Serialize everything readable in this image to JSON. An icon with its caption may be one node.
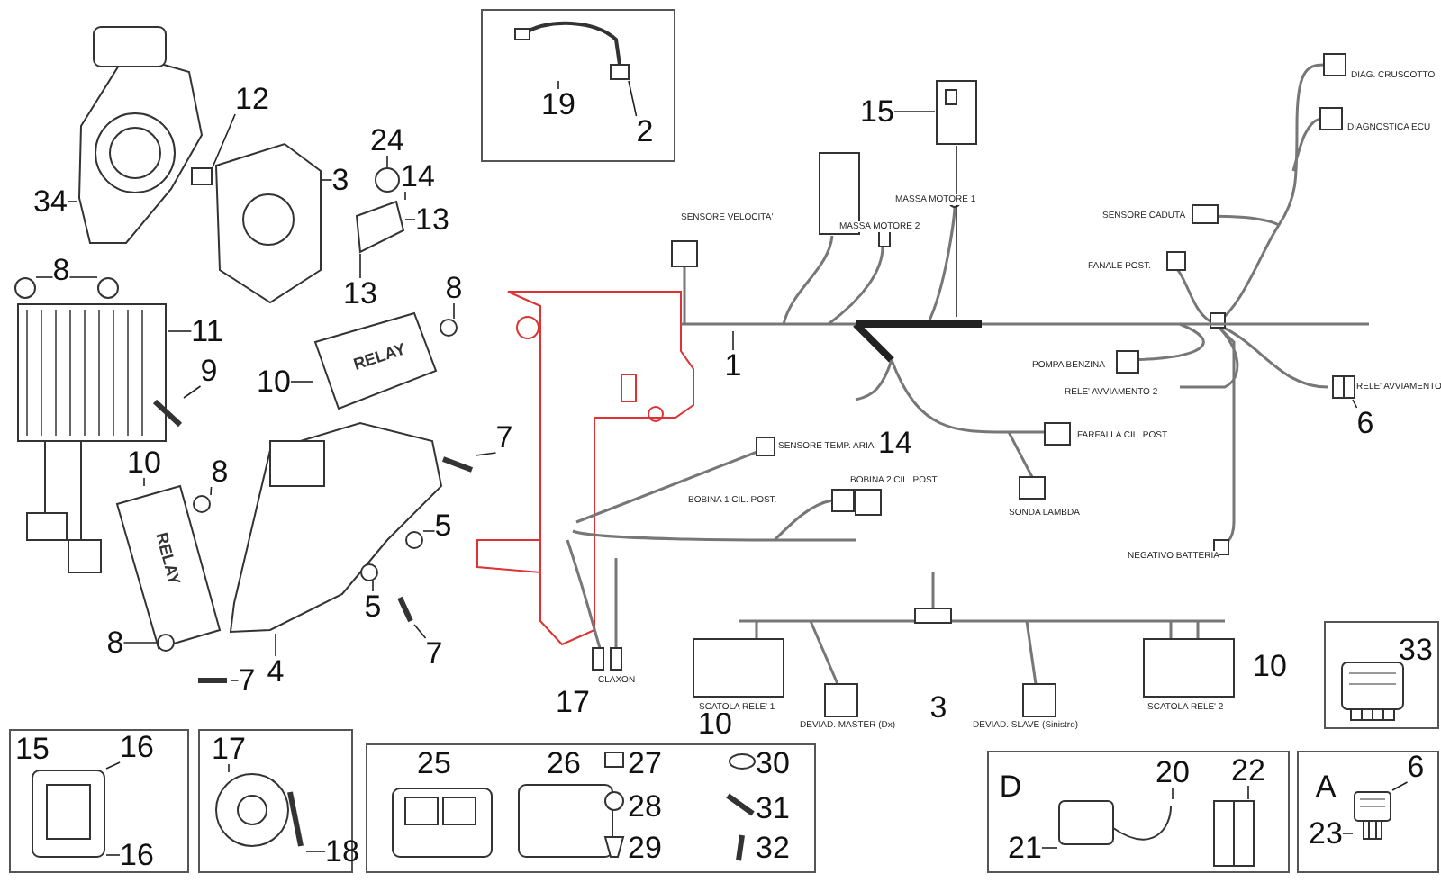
{
  "diagram": {
    "nodes": [
      {
        "text": [],
        "shape": "box"
      },
      {
        "text": [
          "19"
        ],
        "in": 0
      },
      {
        "text": [
          "2"
        ],
        "in": 0
      },
      {
        "text": [
          "34"
        ]
      },
      {
        "text": [
          "12"
        ]
      },
      {
        "text": [
          "3"
        ]
      },
      {
        "text": [
          "24"
        ]
      },
      {
        "text": [
          "14"
        ]
      },
      {
        "text": [
          "13"
        ]
      },
      {
        "text": [
          "13"
        ]
      },
      {
        "text": [
          "15"
        ]
      },
      {
        "text": [
          "8"
        ]
      },
      {
        "text": [
          "11"
        ]
      },
      {
        "text": [
          "8"
        ]
      },
      {
        "text": [
          "9"
        ]
      },
      {
        "text": [
          "10"
        ]
      },
      {
        "text": [
          "1"
        ]
      },
      {
        "text": [
          "6"
        ]
      },
      {
        "text": [
          "7"
        ]
      },
      {
        "text": [
          "10"
        ]
      },
      {
        "text": [
          "8"
        ]
      },
      {
        "text": [
          "14"
        ]
      },
      {
        "text": [
          "5"
        ]
      },
      {
        "text": [
          "5"
        ]
      },
      {
        "text": [
          "7"
        ]
      },
      {
        "text": [
          "4"
        ]
      },
      {
        "text": [
          "8"
        ]
      },
      {
        "text": [
          "7"
        ]
      },
      {
        "text": [
          "17"
        ]
      },
      {
        "text": [
          "10"
        ]
      },
      {
        "text": [
          "3"
        ]
      },
      {
        "text": [
          "10"
        ]
      },
      {
        "text": [],
        "shape": "box"
      },
      {
        "text": [
          "33"
        ],
        "in": 32
      },
      {
        "text": [],
        "shape": "box"
      },
      {
        "text": [
          "15"
        ],
        "in": 34
      },
      {
        "text": [
          "16"
        ],
        "in": 34
      },
      {
        "text": [
          "16"
        ],
        "in": 34
      },
      {
        "text": [],
        "shape": "box"
      },
      {
        "text": [
          "17"
        ],
        "in": 38
      },
      {
        "text": [
          "18"
        ],
        "in": 38
      },
      {
        "text": [],
        "shape": "box"
      },
      {
        "text": [
          "25"
        ],
        "in": 41
      },
      {
        "text": [
          "26"
        ],
        "in": 41
      },
      {
        "text": [
          "27"
        ],
        "in": 41
      },
      {
        "text": [
          "30"
        ],
        "in": 41
      },
      {
        "text": [
          "28"
        ],
        "in": 41
      },
      {
        "text": [
          "31"
        ],
        "in": 41
      },
      {
        "text": [
          "29"
        ],
        "in": 41
      },
      {
        "text": [
          "32"
        ],
        "in": 41
      },
      {
        "text": [],
        "shape": "box"
      },
      {
        "text": [
          "D"
        ],
        "in": 50
      },
      {
        "text": [
          "20"
        ],
        "in": 50
      },
      {
        "text": [
          "22"
        ],
        "in": 50
      },
      {
        "text": [
          "21"
        ],
        "in": 50
      },
      {
        "text": [],
        "shape": "box"
      },
      {
        "text": [
          "A"
        ],
        "in": 55
      },
      {
        "text": [
          "6"
        ],
        "in": 55
      },
      {
        "text": [
          "23"
        ],
        "in": 55
      },
      {
        "text": [],
        "shape": "picture"
      },
      {
        "text": [],
        "shape": "box"
      },
      {
        "text": [],
        "shape": "picture"
      },
      {
        "text": [],
        "shape": "circle"
      },
      {
        "text": [],
        "shape": "picture"
      },
      {
        "text": [],
        "shape": "picture"
      },
      {
        "text": [],
        "shape": "circle"
      },
      {
        "text": [],
        "shape": "circle"
      },
      {
        "text": [],
        "shape": "picture"
      },
      {
        "text": [],
        "shape": "circle"
      },
      {
        "text": [],
        "shape": "picture"
      },
      {
        "text": [],
        "shape": "picture"
      },
      {
        "text": [],
        "shape": "picture"
      },
      {
        "text": [],
        "shape": "picture"
      },
      {
        "text": [],
        "shape": "picture"
      },
      {
        "text": [],
        "shape": "circle"
      },
      {
        "text": [],
        "shape": "picture"
      },
      {
        "text": [],
        "shape": "circle"
      },
      {
        "text": [],
        "shape": "circle"
      },
      {
        "text": [],
        "shape": "picture"
      },
      {
        "text": [],
        "shape": "circle"
      },
      {
        "text": [],
        "shape": "picture"
      },
      {
        "text": [],
        "shape": "picture",
        "in": 0
      },
      {
        "text": [],
        "shape": "picture",
        "in": 32
      },
      {
        "text": [],
        "shape": "picture",
        "in": 34
      },
      {
        "text": [],
        "shape": "picture",
        "in": 38
      },
      {
        "text": [],
        "shape": "picture",
        "in": 38
      },
      {
        "text": [],
        "shape": "picture",
        "in": 50
      },
      {
        "text": [],
        "shape": "picture",
        "in": 50
      },
      {
        "text": [],
        "shape": "picture",
        "in": 55
      },
      {
        "text": [],
        "shape": "picture",
        "beside": [
          "RELE' AVVIAMENTO"
        ]
      }
    ],
    "edges": [
      {
        "from": 1,
        "to": 81,
        "arrow": "none"
      },
      {
        "from": 2,
        "to": 81,
        "arrow": "none"
      },
      {
        "from": 3,
        "to": 59,
        "arrow": "none"
      },
      {
        "from": 4,
        "to": 60,
        "arrow": "none"
      },
      {
        "from": 5,
        "to": 61,
        "arrow": "none"
      },
      {
        "from": 6,
        "to": 62,
        "arrow": "none"
      },
      {
        "from": 7,
        "to": 63,
        "arrow": "none"
      },
      {
        "from": 8,
        "to": 63,
        "arrow": "none"
      },
      {
        "from": 9,
        "to": 63,
        "arrow": "none"
      },
      {
        "from": 10,
        "to": 64,
        "arrow": "none"
      },
      {
        "from": 11,
        "to": 65,
        "arrow": "none"
      },
      {
        "from": 11,
        "to": 66,
        "arrow": "none"
      },
      {
        "from": 12,
        "to": 67,
        "arrow": "none"
      },
      {
        "from": 13,
        "to": 68,
        "arrow": "none"
      },
      {
        "from": 14,
        "to": 69,
        "arrow": "none"
      },
      {
        "from": 15,
        "to": 70,
        "arrow": "none"
      },
      {
        "from": 16,
        "to": 71,
        "arrow": "none"
      },
      {
        "from": 17,
        "to": 89,
        "arrow": "none"
      },
      {
        "from": 18,
        "to": 72,
        "arrow": "none"
      },
      {
        "from": 19,
        "to": 73,
        "arrow": "none"
      },
      {
        "from": 20,
        "to": 74,
        "arrow": "none"
      },
      {
        "from": 22,
        "to": 76,
        "arrow": "none"
      },
      {
        "from": 23,
        "to": 77,
        "arrow": "none"
      },
      {
        "from": 24,
        "to": 78,
        "arrow": "none"
      },
      {
        "from": 25,
        "to": 75,
        "arrow": "none"
      },
      {
        "from": 26,
        "to": 79,
        "arrow": "none"
      },
      {
        "from": 27,
        "to": 80,
        "arrow": "none"
      },
      {
        "from": 36,
        "to": 83,
        "arrow": "none"
      },
      {
        "from": 37,
        "to": 83,
        "arrow": "none"
      },
      {
        "from": 39,
        "to": 84,
        "arrow": "none"
      },
      {
        "from": 40,
        "to": 85,
        "arrow": "none"
      },
      {
        "from": 52,
        "to": 86,
        "arrow": "none"
      },
      {
        "from": 53,
        "to": 87,
        "arrow": "none"
      },
      {
        "from": 54,
        "to": 86,
        "arrow": "none"
      },
      {
        "from": 57,
        "to": 88,
        "arrow": "none"
      },
      {
        "from": 58,
        "to": 88,
        "arrow": "none"
      },
      {
        "from": 64,
        "to": 71,
        "arrow": "none"
      }
    ],
    "labels": [
      "SENSORE VELOCITA'",
      "MASSA MOTORE 2",
      "MASSA MOTORE 1",
      "DIAG. CRUSCOTTO",
      "DIAGNOSTICA ECU",
      "SENSORE CADUTA",
      "FANALE POST.",
      "POMPA BENZINA",
      "RELE' AVVIAMENTO 2",
      "FARFALLA CIL. POST.",
      "SENSORE TEMP. ARIA",
      "BOBINA 1 CIL. POST.",
      "BOBINA 2 CIL. POST.",
      "SONDA LAMBDA",
      "NEGATIVO BATTERIA",
      "CLAXON",
      "SCATOLA RELE' 1",
      "DEVIAD. MASTER (Dx)",
      "DEVIAD. SLAVE (Sinistro)",
      "SCATOLA RELE' 2",
      "RELAY",
      "RELAY"
    ]
  }
}
